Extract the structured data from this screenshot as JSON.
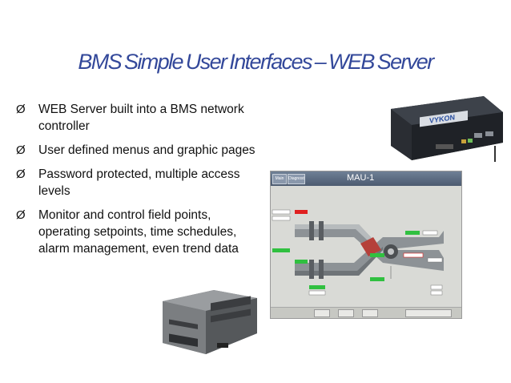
{
  "slide": {
    "title": "BMS Simple User Interfaces – WEB Server",
    "bullets": [
      "WEB Server built into a BMS network controller",
      "User defined menus and graphic pages",
      "Password protected, multiple access levels",
      "Monitor and control field points, operating setpoints, time schedules, alarm management, even trend data"
    ],
    "bullet_marker": "Ø"
  },
  "device_top": {
    "brand": "VYKON"
  },
  "screen": {
    "title": "MAU-1",
    "buttons": [
      "Main",
      "Diagnost"
    ]
  },
  "icons": {
    "bullet": "arrow-bullet-icon",
    "device_top": "network-controller-image",
    "device_bottom": "controller-module-image",
    "screen": "hvac-graphic-screenshot"
  },
  "colors": {
    "title": "#33489a",
    "text": "#111111"
  }
}
